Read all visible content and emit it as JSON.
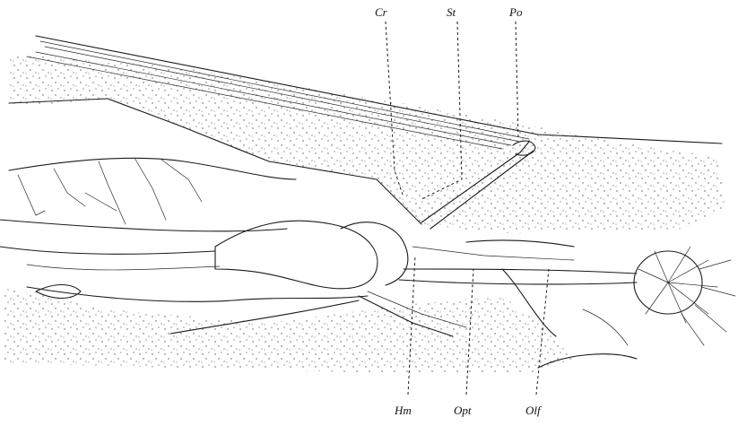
{
  "figure": {
    "labels": {
      "cr": "Cr",
      "st": "St",
      "po": "Po",
      "hm": "Hm",
      "opt": "Opt",
      "olf": "Olf"
    },
    "ink_color": "#1a1a1a",
    "stipple_color": "#555555",
    "background": "#ffffff"
  }
}
